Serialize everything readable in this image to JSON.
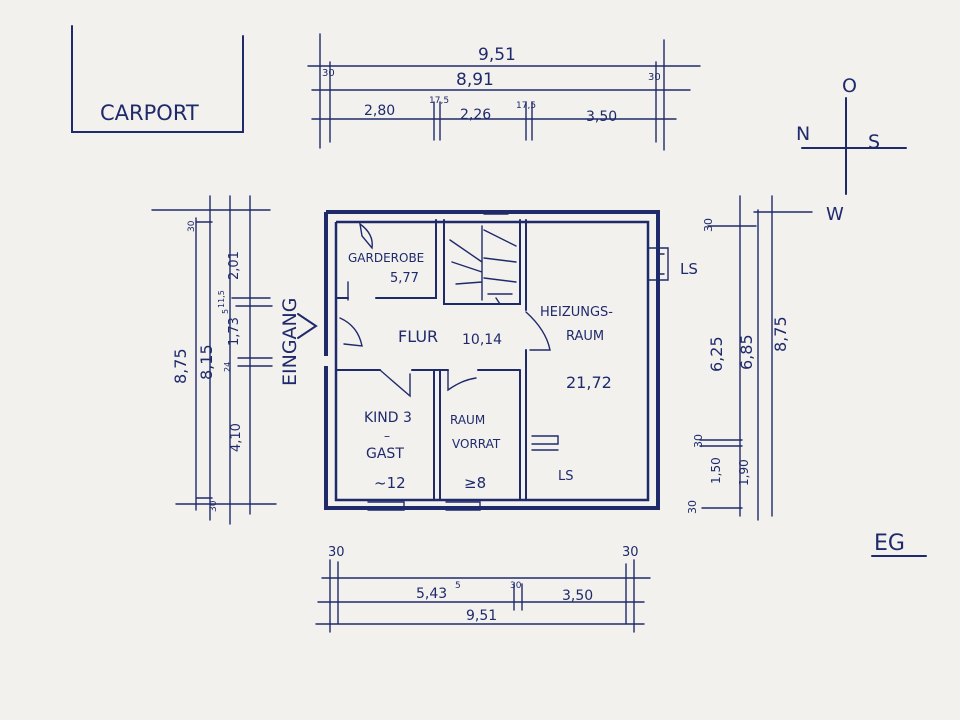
{
  "carport": {
    "label": "CARPORT"
  },
  "top_dims": {
    "overall": "9,51",
    "inner": "8,91",
    "wall_left": "30",
    "wall_right": "30",
    "seg1": "2,80",
    "sep1": "17,5",
    "seg2": "2,26",
    "sep2": "17,5",
    "seg3": "3,50"
  },
  "bottom_dims": {
    "wall_left": "30",
    "wall_right": "30",
    "seg1": "5,43",
    "seg1_sup": "5",
    "mid_wall": "30",
    "seg2": "3,50",
    "overall": "9,51"
  },
  "left_dims": {
    "overall": "8,75",
    "inner": "8,15",
    "top_wall": "30",
    "bottom_wall": "30",
    "seg_top": "2,01",
    "wall_a": "11,5",
    "seg_mid": "1,73",
    "seg_mid_sup": "5",
    "wall_b": "24",
    "seg_bottom": "4,10"
  },
  "right_dims": {
    "top_wall": "30",
    "seg_a": "6,25",
    "seg_b": "6,85",
    "overall": "8,75",
    "mid_wall": "30",
    "seg_c": "1,50",
    "seg_d": "1,90",
    "bottom_wall": "30"
  },
  "compass": {
    "north": "N",
    "east": "O",
    "south": "S",
    "west": "W"
  },
  "entrance": {
    "label": "EINGANG"
  },
  "rooms": {
    "garderobe": {
      "name": "GARDEROBE",
      "area": "5,77"
    },
    "flur": {
      "name": "FLUR",
      "area": "10,14"
    },
    "heizung": {
      "name1": "HEIZUNGS-",
      "name2": "RAUM",
      "area": "21,72"
    },
    "kind": {
      "name1": "KIND 3",
      "dash": "–",
      "name2": "GAST",
      "area": "~12"
    },
    "vorrat": {
      "name1": "RAUM",
      "name2": "VORRAT",
      "area": "≥8"
    }
  },
  "ls_labels": {
    "ls_right": "LS",
    "ls_bottom": "LS"
  },
  "floor": {
    "label": "EG"
  }
}
